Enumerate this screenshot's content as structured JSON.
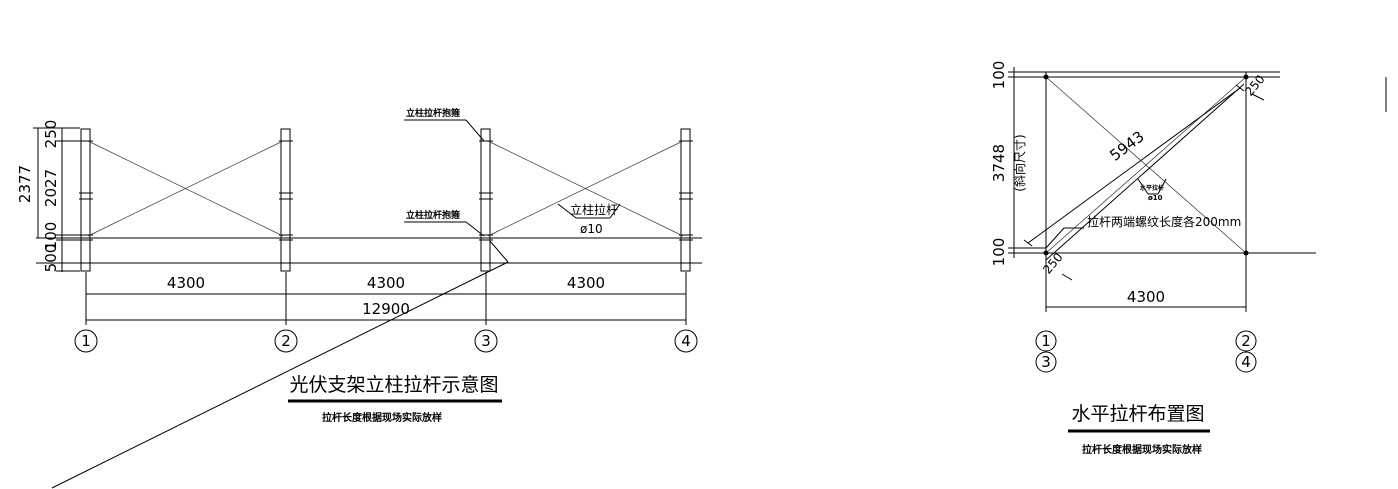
{
  "left_view": {
    "title": "光伏支架立柱拉杆示意图",
    "note": "拉杆长度根据现场实际放样",
    "vertical_dims": [
      "2377",
      "250",
      "2027",
      "100",
      "500"
    ],
    "span_dims": [
      "4300",
      "4300",
      "4300"
    ],
    "total_dim": "12900",
    "axis_labels": [
      "1",
      "2",
      "3",
      "4"
    ],
    "callout_top": "立柱拉杆抱箍",
    "callout_bottom": "立柱拉杆抱箍",
    "rod_label": "立柱拉杆",
    "rod_size": "ø10"
  },
  "right_view": {
    "title": "水平拉杆布置图",
    "note": "拉杆长度根据现场实际放样",
    "left_dims": [
      "100",
      "3748",
      "100"
    ],
    "left_dim_note": "(斜向尺寸)",
    "diagonal_dim": "5943",
    "corner_dims": [
      "250",
      "250"
    ],
    "thread_note": "拉杆两端螺纹长度各200mm",
    "rod_tag_top": "水平拉杆",
    "rod_tag_bottom": "ø10",
    "span_dim": "4300",
    "axis_labels_top": [
      "1",
      "2"
    ],
    "axis_labels_bottom": [
      "3",
      "4"
    ]
  }
}
